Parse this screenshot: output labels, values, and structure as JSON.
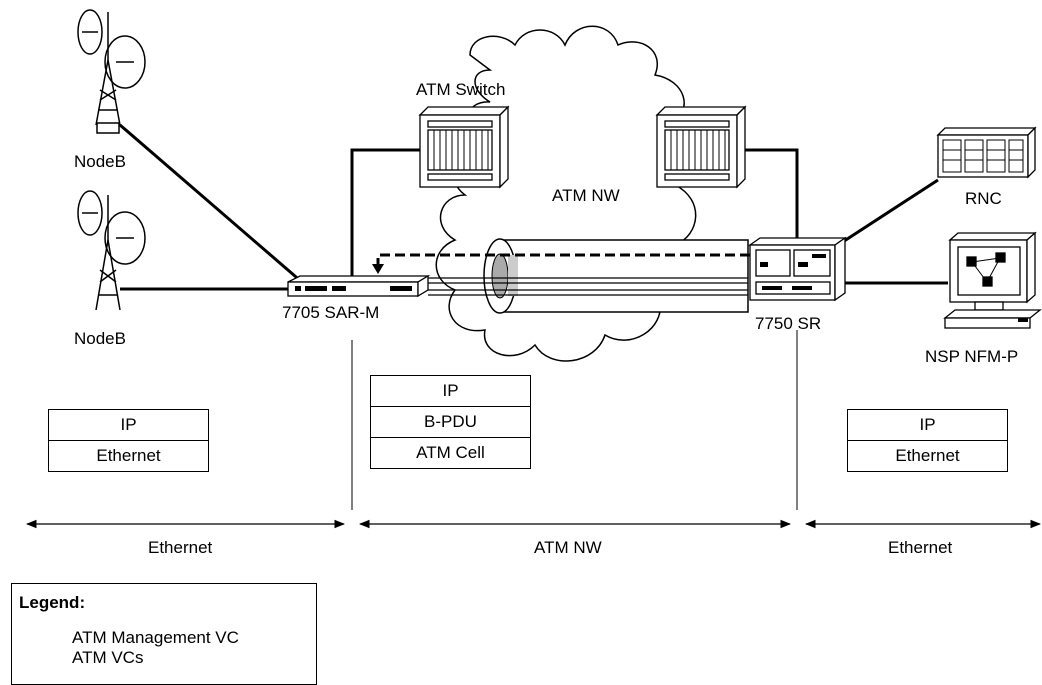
{
  "labels": {
    "nodeb_top": "NodeB",
    "nodeb_bottom": "NodeB",
    "sar": "7705 SAR-M",
    "atm_switch": "ATM Switch",
    "atm_nw_cloud": "ATM NW",
    "sr": "7750 SR",
    "rnc": "RNC",
    "nsp": "NSP NFM-P"
  },
  "stacks": {
    "left": [
      "IP",
      "Ethernet"
    ],
    "middle": [
      "IP",
      "B-PDU",
      "ATM Cell"
    ],
    "right": [
      "IP",
      "Ethernet"
    ]
  },
  "spans": {
    "left": "Ethernet",
    "middle": "ATM NW",
    "right": "Ethernet"
  },
  "legend": {
    "title": "Legend:",
    "items": [
      "ATM Management VC",
      "ATM VCs"
    ]
  }
}
